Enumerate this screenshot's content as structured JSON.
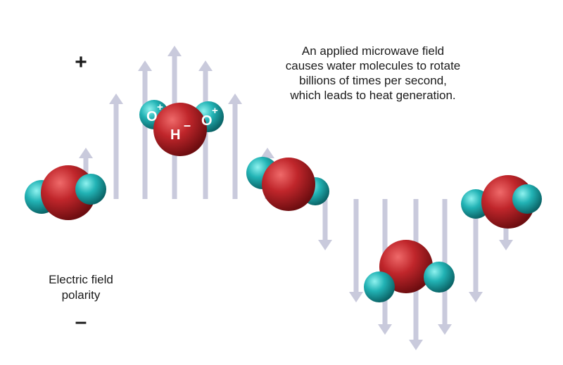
{
  "caption": {
    "line1": "An applied microwave field",
    "line2": "causes water molecules to rotate",
    "line3": "billions of times per second,",
    "line4": "which leads to heat generation."
  },
  "polarity": {
    "plus": "+",
    "minus": "–",
    "label_line1": "Electric field",
    "label_line2": "polarity"
  },
  "molecule_labels": {
    "oxygen_left": "O",
    "oxygen_right": "O",
    "charge_positive": "+",
    "hydrogen": "H",
    "charge_negative": "–"
  },
  "colors": {
    "arrow": "#c9cadc",
    "oxygen": "#b41e24",
    "hydrogen": "#1fa9ae"
  }
}
